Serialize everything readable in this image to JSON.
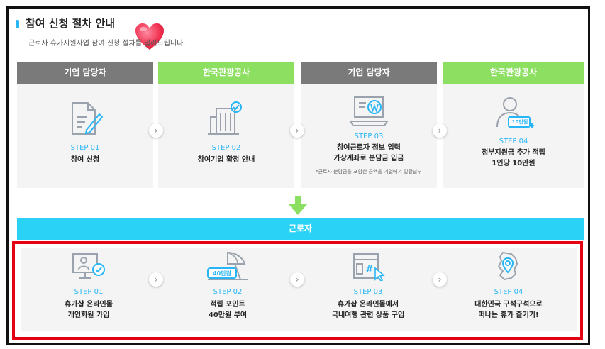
{
  "header": {
    "title": "참여 신청 절차 안내",
    "subtitle": "근로자 휴가지원사업 참여 신청 절차를 알려드립니다."
  },
  "company_steps": [
    {
      "role": "기업 담당자",
      "step": "STEP 01",
      "desc_lines": [
        "참여 신청"
      ],
      "note": "",
      "icon": "document-pen-icon"
    },
    {
      "role": "한국관광공사",
      "step": "STEP 02",
      "desc_lines": [
        "참여기업 확정 안내"
      ],
      "note": "",
      "icon": "building-check-icon"
    },
    {
      "role": "기업 담당자",
      "step": "STEP 03",
      "desc_lines": [
        "참여근로자 정보 입력",
        "가상계좌로 분담금 입금"
      ],
      "note": "*근로자 분담금을 포함한 금액을 기업에서 일괄납부",
      "icon": "laptop-won-icon"
    },
    {
      "role": "한국관광공사",
      "step": "STEP 04",
      "desc_lines": [
        "정부지원금 추가 적립",
        "1인당 10만원"
      ],
      "note": "",
      "icon": "person-money-icon",
      "badge": "10만원"
    }
  ],
  "worker": {
    "label": "근로자",
    "steps": [
      {
        "step": "STEP 01",
        "desc_lines": [
          "휴가샵 온라인몰",
          "개인회원 가입"
        ],
        "icon": "monitor-user-check-icon"
      },
      {
        "step": "STEP 02",
        "desc_lines": [
          "적립 포인트",
          "40만원 부여"
        ],
        "icon": "parasol-points-icon",
        "badge": "40만원"
      },
      {
        "step": "STEP 03",
        "desc_lines": [
          "휴가샵 온라인몰에서",
          "국내여행 관련 상품 구입"
        ],
        "icon": "shop-hashtag-icon"
      },
      {
        "step": "STEP 04",
        "desc_lines": [
          "대한민국 구석구석으로",
          "떠나는 휴가 즐기기!"
        ],
        "icon": "korea-map-pin-icon"
      }
    ]
  },
  "colors": {
    "accent": "#29b6f6",
    "gray_head": "#7a7a7a",
    "green_head": "#8ddf62",
    "worker_bar": "#2ad2f5",
    "highlight": "#e50012"
  }
}
